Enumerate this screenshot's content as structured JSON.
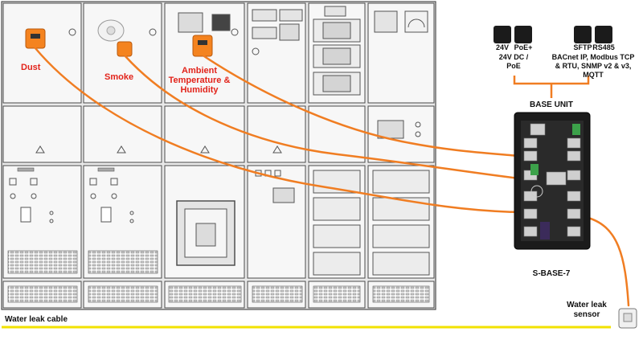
{
  "colors": {
    "cable": "#f07d22",
    "sensor": "#f4831f",
    "label_red": "#e2231a",
    "leak_cable": "#f2e200",
    "cabinet_stroke": "#4a4a4a",
    "device_body": "#1b1b1b"
  },
  "labels": {
    "dust": "Dust",
    "smoke": "Smoke",
    "ambient_line1": "Ambient",
    "ambient_line2": "Temperature &",
    "ambient_line3": "Humidity",
    "base_unit": "BASE UNIT",
    "device_name": "S-BASE-7",
    "power_line1": "24V DC /",
    "power_line2": "PoE",
    "proto_line1": "BACnet IP, Modbus TCP",
    "proto_line2": "& RTU, SNMP v2 & v3,",
    "proto_line3": "MQTT",
    "leak_sensor_line1": "Water leak",
    "leak_sensor_line2": "sensor",
    "leak_cable": "Water leak cable"
  },
  "icons": {
    "power": "power-supply-icon",
    "poe": "poe-port-icon",
    "protocol_a": "protocol-server-icon",
    "protocol_b": "ethernet-protocol-icon"
  },
  "icon_badges": {
    "power": "24V",
    "poe": "PoE+",
    "protocol_a": "SFTP",
    "protocol_b": "RS485"
  }
}
